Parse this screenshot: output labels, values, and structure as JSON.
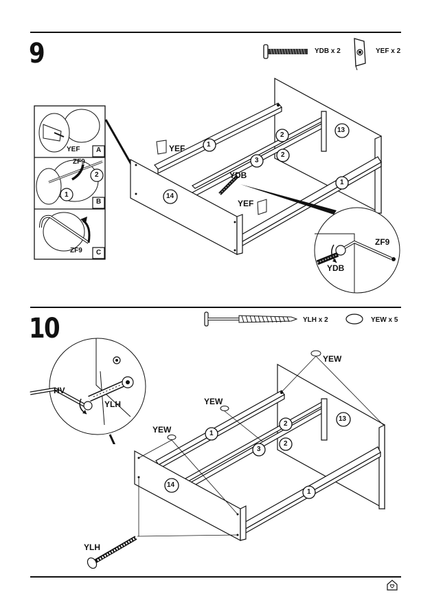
{
  "step9": {
    "number": "9",
    "hardware": {
      "ydb": "YDB x 2",
      "yef": "YEF x 2"
    },
    "callouts": {
      "yef_top": "YEF",
      "yef_mid": "YEF",
      "ydb": "YDB"
    },
    "parts": {
      "p1a": "1",
      "p1b": "1",
      "p2a": "2",
      "p2b": "2",
      "p3": "3",
      "p13": "13",
      "p14": "14"
    },
    "detail_a": {
      "label": "YEF",
      "letter": "A"
    },
    "detail_b": {
      "tool": "ZF9",
      "p1": "1",
      "p2": "2",
      "letter": "B"
    },
    "detail_c": {
      "tool": "ZF9",
      "letter": "C"
    },
    "zoom": {
      "tool": "ZF9",
      "bolt": "YDB"
    }
  },
  "step10": {
    "number": "10",
    "hardware": {
      "ylh": "YLH x 2",
      "yew": "YEW x 5"
    },
    "callouts": {
      "yew_a": "YEW",
      "yew_b": "YEW",
      "yew_c": "YEW",
      "ylh": "YLH"
    },
    "parts": {
      "p1a": "1",
      "p1b": "1",
      "p2a": "2",
      "p2b": "2",
      "p3": "3",
      "p13": "13",
      "p14": "14"
    },
    "zoom": {
      "tool": "HV",
      "screw": "YLH"
    }
  }
}
